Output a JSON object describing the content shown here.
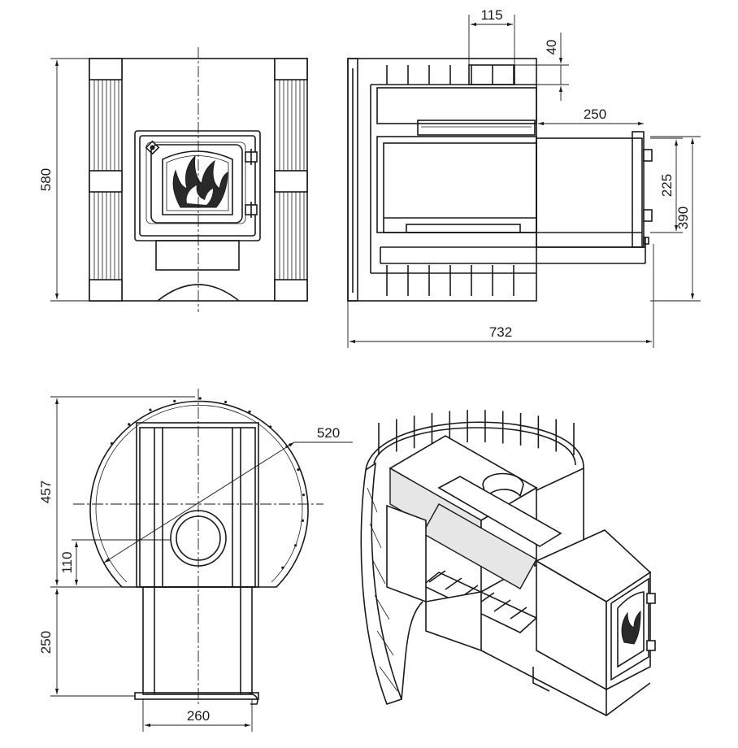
{
  "dimensions": {
    "front_height": "580",
    "side_chimney_width": "115",
    "side_chimney_offset": "40",
    "side_tunnel_length": "250",
    "side_door_height": "225",
    "side_tunnel_height": "390",
    "side_total_length": "732",
    "top_diameter": "520",
    "top_depth": "457",
    "top_flue_offset": "110",
    "top_tunnel_length": "250",
    "top_tunnel_width": "260"
  }
}
